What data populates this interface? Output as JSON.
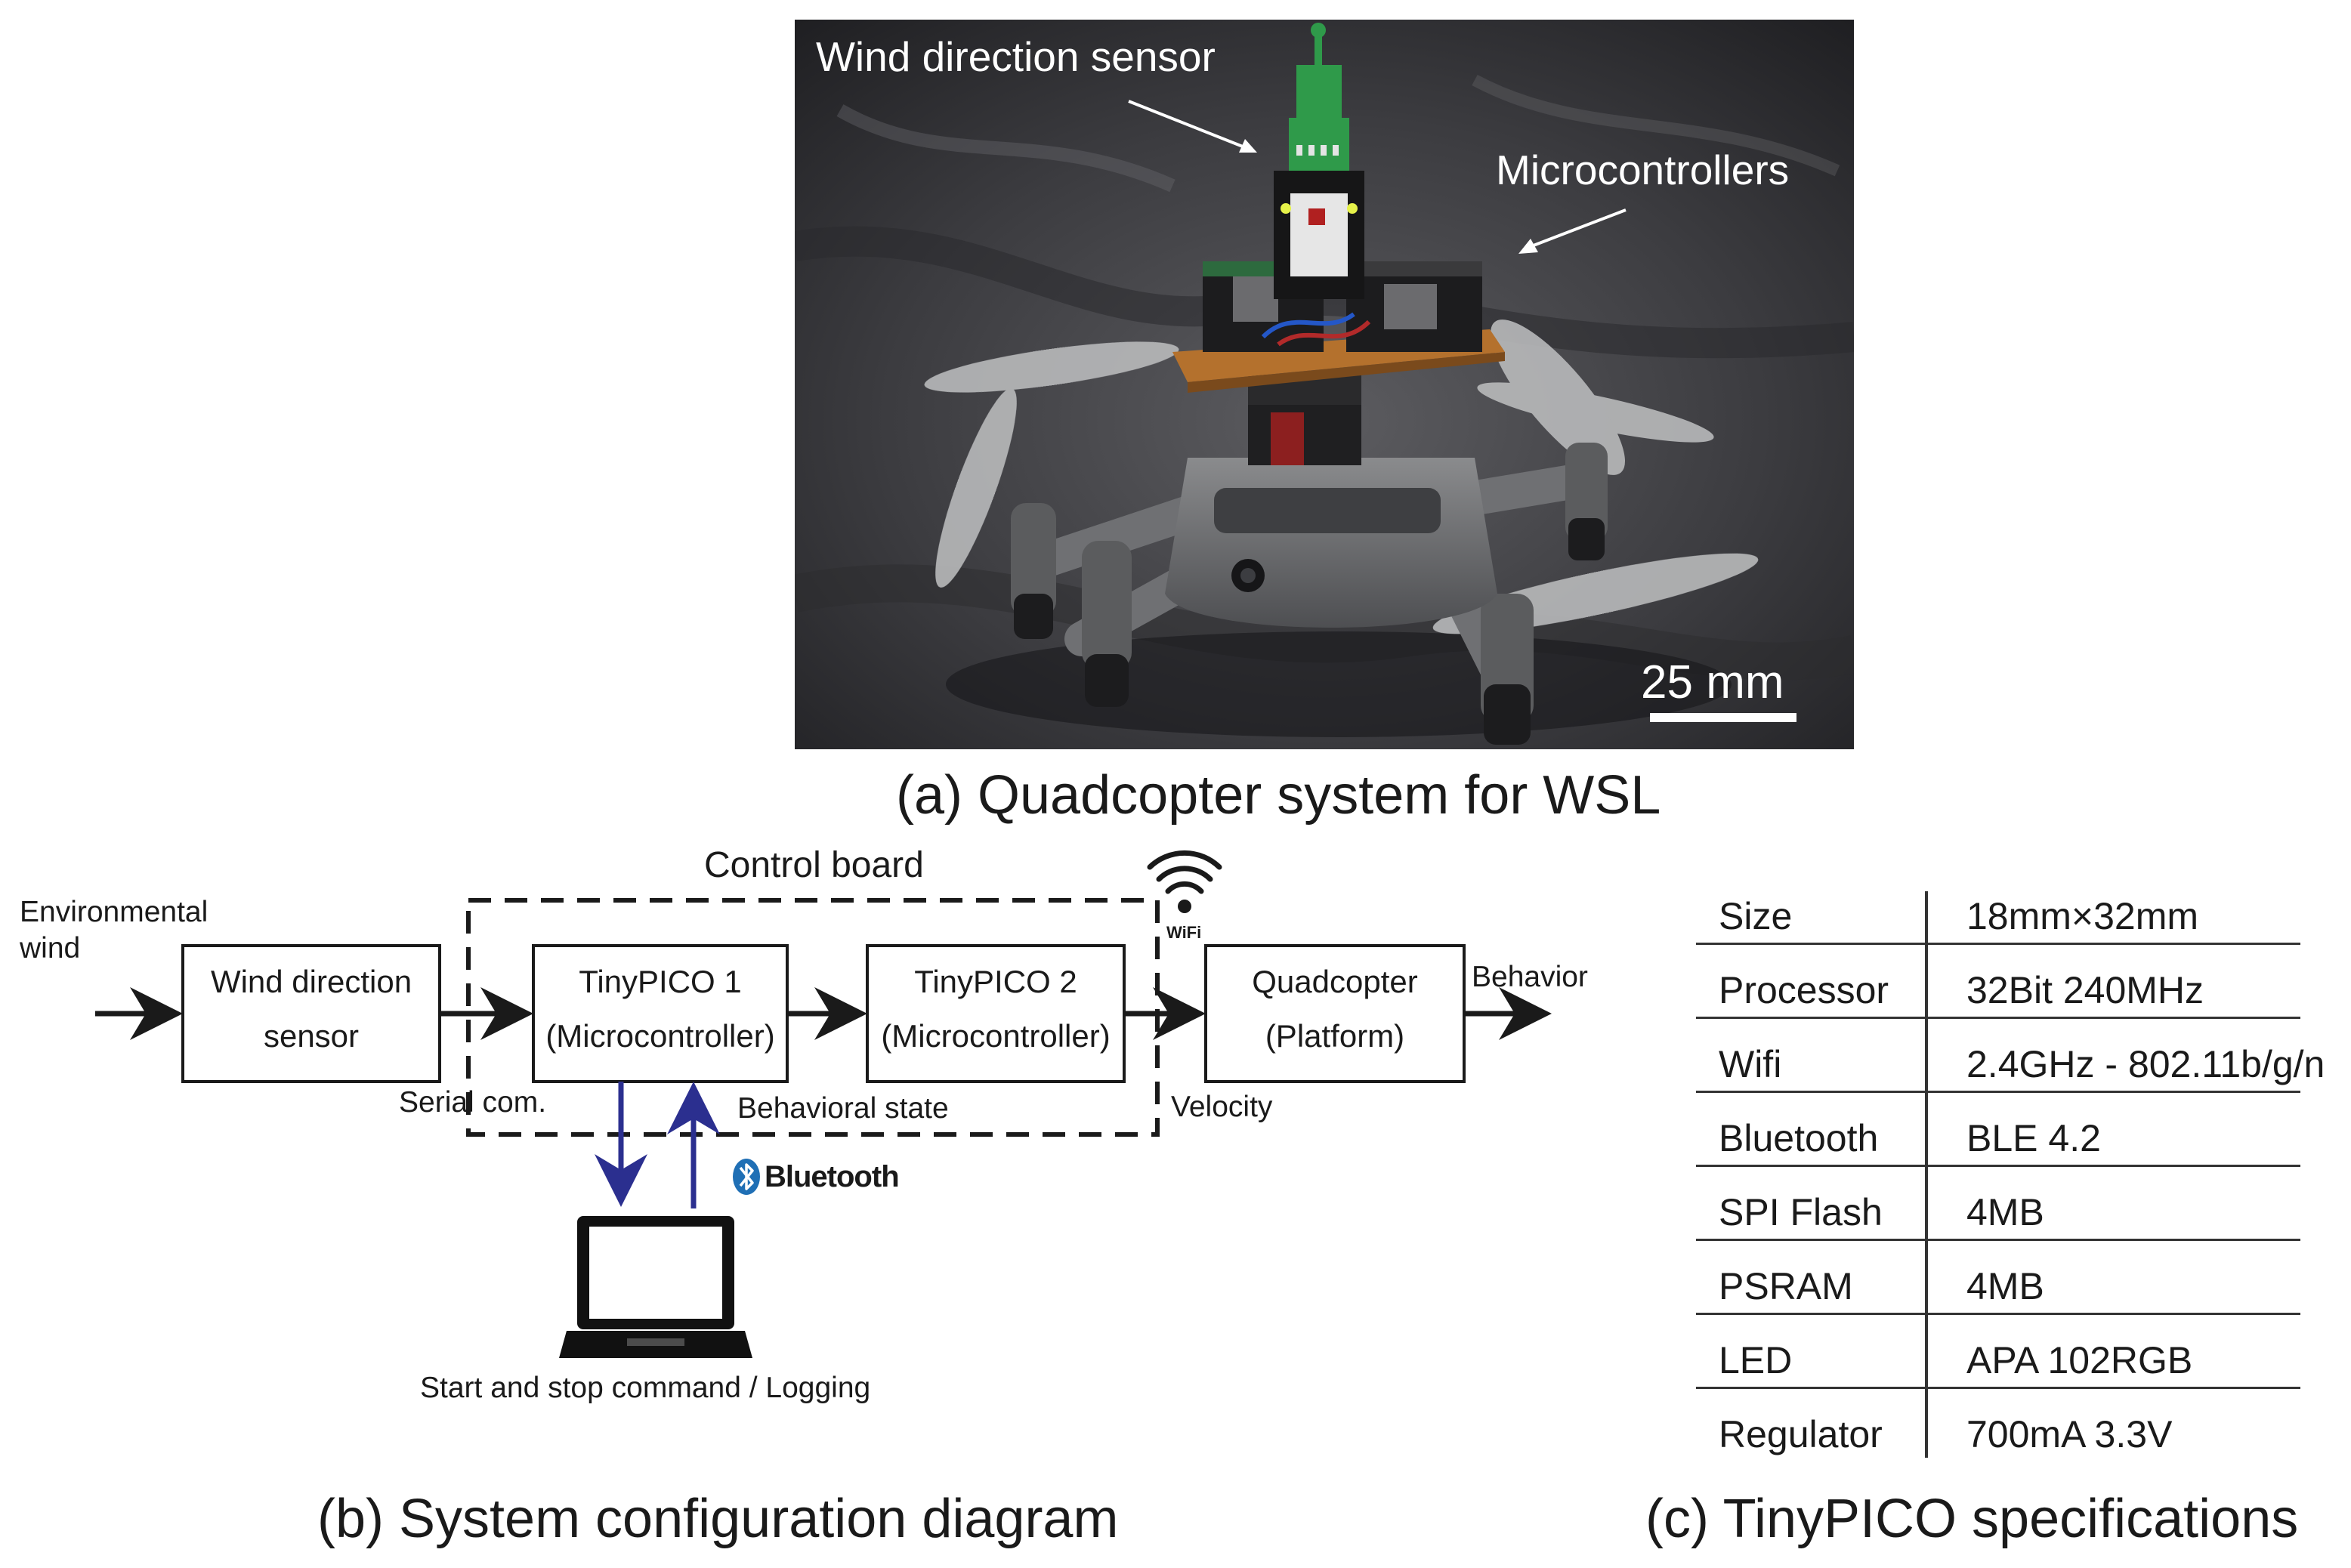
{
  "photo": {
    "label_sensor": "Wind direction sensor",
    "label_micro": "Microcontrollers",
    "scale_text": "25 mm"
  },
  "captions": {
    "a": "(a) Quadcopter system for WSL",
    "b": "(b) System configuration diagram",
    "c": "(c) TinyPICO specifications"
  },
  "diagram": {
    "control_board": "Control board",
    "env_wind_line1": "Environmental",
    "env_wind_line2": "wind",
    "box_sensor_line1": "Wind direction",
    "box_sensor_line2": "sensor",
    "box_tp1_line1": "TinyPICO 1",
    "box_tp1_line2": "(Microcontroller)",
    "box_tp2_line1": "TinyPICO 2",
    "box_tp2_line2": "(Microcontroller)",
    "box_quad_line1": "Quadcopter",
    "box_quad_line2": "(Platform)",
    "behavior": "Behavior",
    "serial": "Serial com.",
    "behavioral_state": "Behavioral state",
    "velocity": "Velocity",
    "wifi": "WiFi",
    "bluetooth": "Bluetooth",
    "laptop_caption": "Start and stop command / Logging"
  },
  "specs": [
    {
      "key": "Size",
      "value": "18mm×32mm"
    },
    {
      "key": "Processor",
      "value": "32Bit 240MHz"
    },
    {
      "key": "Wifi",
      "value": "2.4GHz - 802.11b/g/n"
    },
    {
      "key": "Bluetooth",
      "value": "BLE 4.2"
    },
    {
      "key": "SPI Flash",
      "value": "4MB"
    },
    {
      "key": "PSRAM",
      "value": "4MB"
    },
    {
      "key": "LED",
      "value": "APA 102RGB"
    },
    {
      "key": "Regulator",
      "value": "700mA 3.3V"
    }
  ],
  "colors": {
    "arrow_dark": "#1a1a1a",
    "arrow_blue": "#2b2f8f",
    "bluetooth_blue": "#1f6fb5",
    "photo_bg": "#3a3a3c"
  }
}
